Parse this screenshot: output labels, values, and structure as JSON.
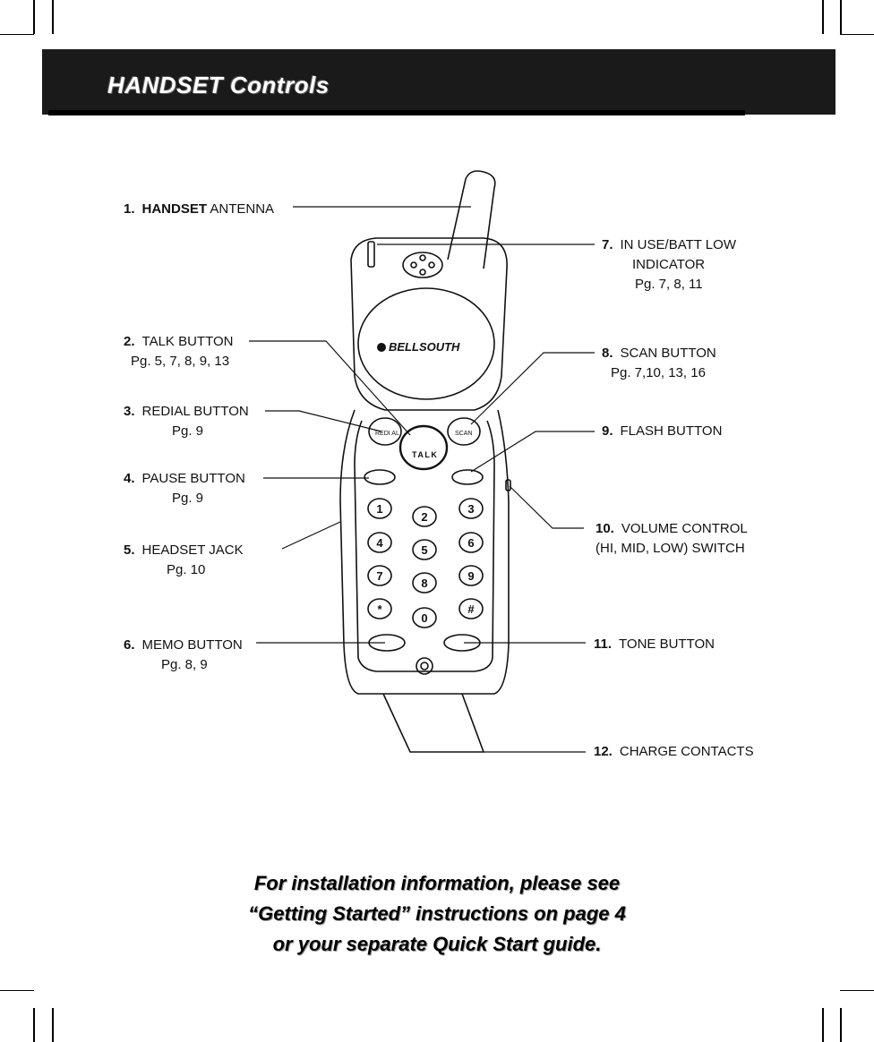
{
  "header": {
    "title": "HANDSET Controls"
  },
  "phone": {
    "brand": "BELLSOUTH",
    "redial_key": "REDI AL",
    "scan_key": "SCAN",
    "talk_key": "TALK",
    "keypad": [
      "1",
      "2",
      "3",
      "4",
      "5",
      "6",
      "7",
      "8",
      "9",
      "*",
      "0",
      "#"
    ]
  },
  "callouts": [
    {
      "num": "1.",
      "title_bold": "HANDSET",
      "title": "ANTENNA",
      "pages": ""
    },
    {
      "num": "2.",
      "title": "TALK BUTTON",
      "pages": "Pg. 5, 7, 8, 9, 13"
    },
    {
      "num": "3.",
      "title": "REDIAL BUTTON",
      "pages": "Pg. 9"
    },
    {
      "num": "4.",
      "title": "PAUSE BUTTON",
      "pages": "Pg. 9"
    },
    {
      "num": "5.",
      "title": "HEADSET JACK",
      "pages": "Pg. 10"
    },
    {
      "num": "6.",
      "title": "MEMO BUTTON",
      "pages": "Pg. 8, 9"
    },
    {
      "num": "7.",
      "title": "IN USE/BATT LOW",
      "title2": "INDICATOR",
      "pages": "Pg. 7, 8, 11"
    },
    {
      "num": "8.",
      "title": "SCAN BUTTON",
      "pages": "Pg. 7,10, 13, 16"
    },
    {
      "num": "9.",
      "title": "FLASH BUTTON",
      "pages": ""
    },
    {
      "num": "10.",
      "title": "VOLUME CONTROL",
      "title2": "(HI, MID, LOW) SWITCH",
      "pages": ""
    },
    {
      "num": "11.",
      "title": "TONE BUTTON",
      "pages": ""
    },
    {
      "num": "12.",
      "title": "CHARGE CONTACTS",
      "pages": ""
    }
  ],
  "footer": {
    "line1": "For installation information, please see",
    "line2": "“Getting Started” instructions on page 4",
    "line3": "or your separate Quick Start guide."
  }
}
